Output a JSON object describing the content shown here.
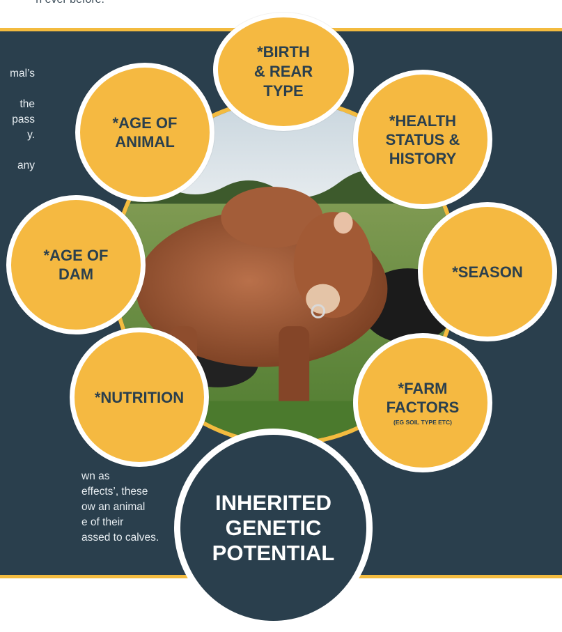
{
  "top_text": "n ever before.",
  "left_text_lines": {
    "p1": "mal’s\n\nthe\npass\ny.\n\nany",
    "p2": "wn as\neffects’, these\now an animal\ne of their\nassed to calves."
  },
  "bubbles": {
    "birth_rear": "*BIRTH\n& REAR\nTYPE",
    "health": "*HEALTH\nSTATUS &\nHISTORY",
    "season": "*SEASON",
    "farm": "*FARM\nFACTORS",
    "farm_sub": "(EG SOIL TYPE ETC)",
    "nutrition": "*NUTRITION",
    "age_dam": "*AGE OF\nDAM",
    "age_animal": "*AGE OF\nANIMAL"
  },
  "center_label": "INHERITED\nGENETIC\nPOTENTIAL",
  "colors": {
    "panel": "#2a3f4d",
    "accent_yellow": "#f5b941",
    "ring": "#f3bb3f",
    "white": "#ffffff"
  }
}
